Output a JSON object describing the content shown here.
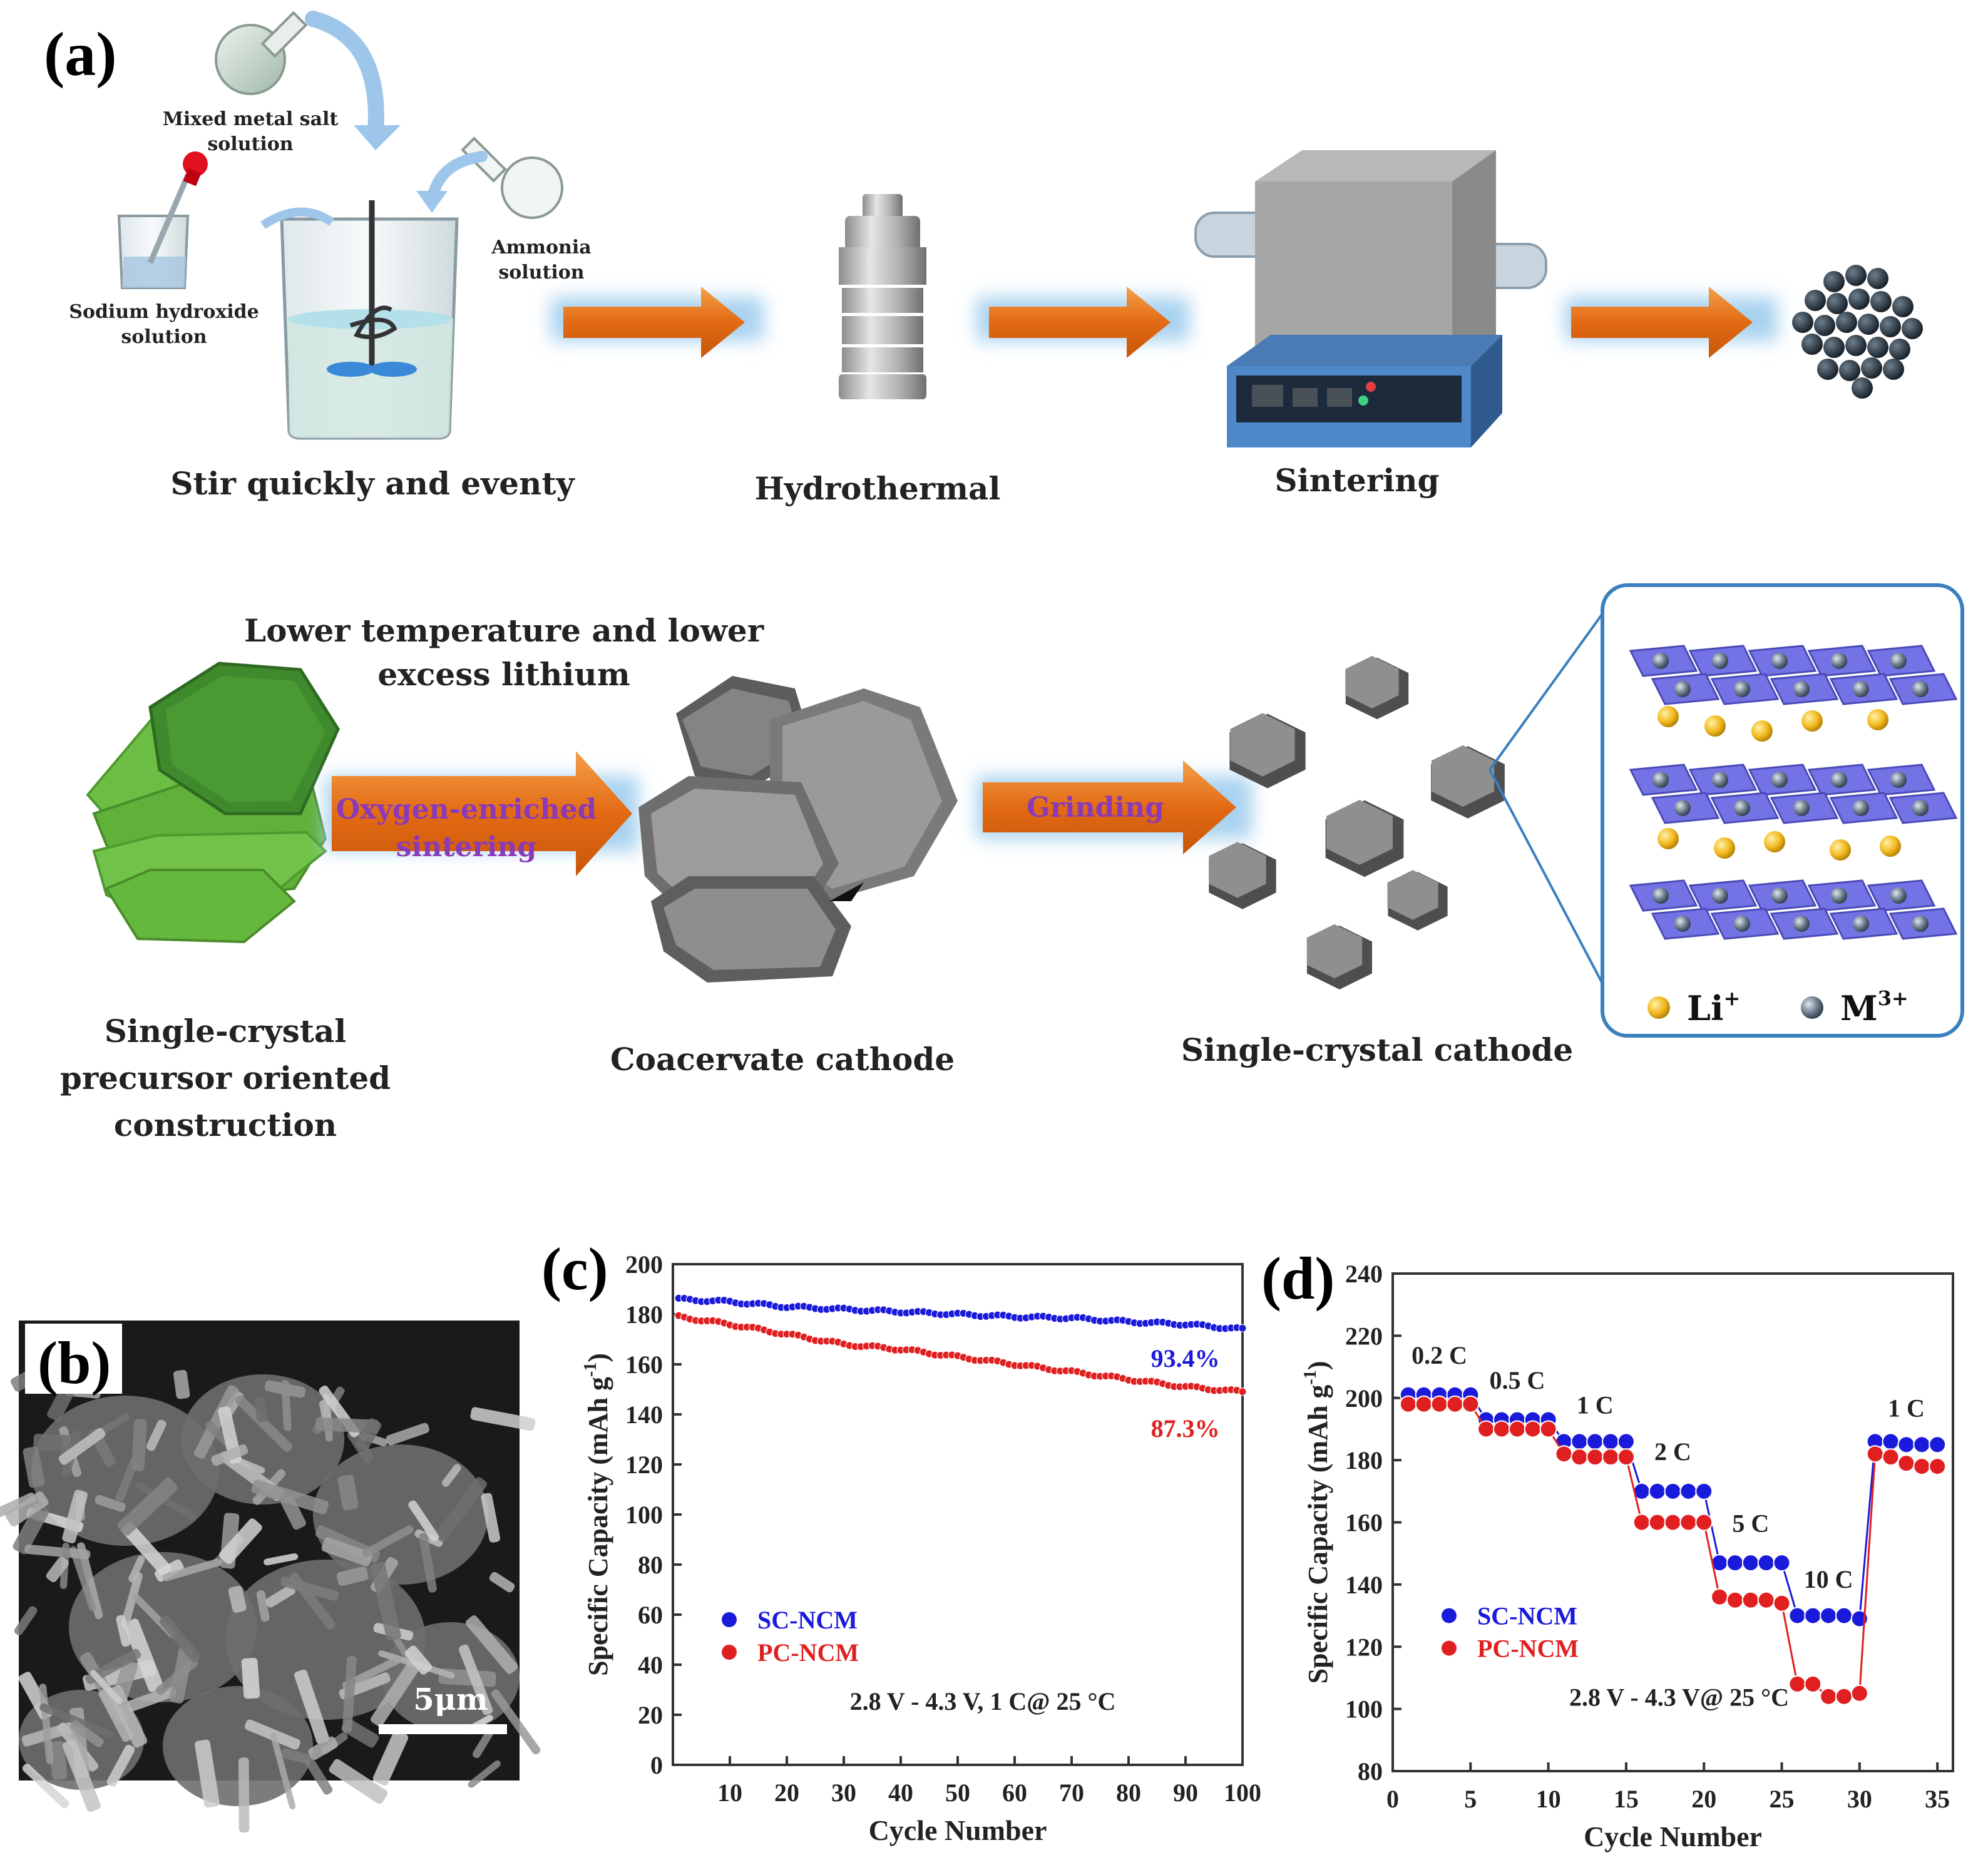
{
  "panel_a": {
    "label": "(a)",
    "mixed_metal_salt": [
      "Mixed metal salt",
      "solution"
    ],
    "sodium_hydroxide": [
      "Sodium hydroxide",
      "solution"
    ],
    "ammonia": [
      "Ammonia",
      "solution"
    ],
    "steps": [
      "Stir quickly and eventy",
      "Hydrothermal",
      "Sintering"
    ],
    "lower_temp": [
      "Lower temperature and lower",
      "excess lithium"
    ],
    "oxygen_sintering": [
      "Oxygen-enriched",
      "sintering"
    ],
    "grinding": "Grinding",
    "precursor_caption": [
      "Single-crystal",
      "precursor oriented",
      "construction"
    ],
    "coacervate_caption": "Coacervate cathode",
    "single_crystal_caption": "Single-crystal cathode",
    "legend_li": "Li",
    "legend_li_sup": "+",
    "legend_m": "M",
    "legend_m_sup": "3+",
    "colors": {
      "arrow": "#e8741e",
      "precursor": "#5fa83a",
      "crystal": "#6b6b6b",
      "layer": "#7373e6",
      "li": "#f2b81c",
      "m": "#667788",
      "frame": "#3a7fc0"
    }
  },
  "panel_b": {
    "label": "(b)",
    "scale_bar": "5μm"
  },
  "chart_data": [
    {
      "panel": "(c)",
      "type": "scatter",
      "xlabel": "Cycle Number",
      "ylabel": "Specific Capacity (mAh g",
      "ylabel_sup": "-1",
      "ylabel_end": ")",
      "xlim": [
        0,
        100
      ],
      "ylim": [
        0,
        200
      ],
      "xticks": [
        10,
        20,
        30,
        40,
        50,
        60,
        70,
        80,
        90,
        100
      ],
      "yticks": [
        0,
        20,
        40,
        60,
        80,
        100,
        120,
        140,
        160,
        180,
        200
      ],
      "annotation": "2.8 V - 4.3 V, 1 C@ 25 °C",
      "legend_position": "bottom-left",
      "series": [
        {
          "name": "SC-NCM",
          "color": "#1a1adb",
          "retention": "93.4%",
          "points": [
            [
              1,
              186
            ],
            [
              10,
              185
            ],
            [
              20,
              183
            ],
            [
              30,
              182
            ],
            [
              40,
              181
            ],
            [
              50,
              180
            ],
            [
              60,
              179
            ],
            [
              70,
              178.5
            ],
            [
              80,
              177
            ],
            [
              90,
              176
            ],
            [
              100,
              174
            ]
          ]
        },
        {
          "name": "PC-NCM",
          "color": "#e02020",
          "retention": "87.3%",
          "points": [
            [
              1,
              179
            ],
            [
              10,
              176
            ],
            [
              20,
              172
            ],
            [
              30,
              168
            ],
            [
              40,
              166
            ],
            [
              50,
              163
            ],
            [
              60,
              160
            ],
            [
              70,
              157
            ],
            [
              80,
              154
            ],
            [
              90,
              151
            ],
            [
              100,
              149
            ]
          ]
        }
      ]
    },
    {
      "panel": "(d)",
      "type": "scatter",
      "xlabel": "Cycle Number",
      "ylabel": "Specific Capacity (mAh g",
      "ylabel_sup": "-1",
      "ylabel_end": ")",
      "xlim": [
        0,
        36
      ],
      "ylim": [
        80,
        240
      ],
      "xticks": [
        0,
        5,
        10,
        15,
        20,
        25,
        30,
        35
      ],
      "yticks": [
        80,
        100,
        120,
        140,
        160,
        180,
        200,
        220,
        240
      ],
      "annotation": "2.8 V - 4.3 V@ 25 °C",
      "legend_position": "bottom-left",
      "rate_labels": [
        {
          "text": "0.2 C",
          "x": 3,
          "y": 211
        },
        {
          "text": "0.5 C",
          "x": 8,
          "y": 203
        },
        {
          "text": "1 C",
          "x": 13,
          "y": 195
        },
        {
          "text": "2 C",
          "x": 18,
          "y": 180
        },
        {
          "text": "5 C",
          "x": 23,
          "y": 157
        },
        {
          "text": "10 C",
          "x": 28,
          "y": 139
        },
        {
          "text": "1 C",
          "x": 33,
          "y": 194
        }
      ],
      "series": [
        {
          "name": "SC-NCM",
          "color": "#1a1adb",
          "values": [
            201,
            201,
            201,
            201,
            201,
            193,
            193,
            193,
            193,
            193,
            186,
            186,
            186,
            186,
            186,
            170,
            170,
            170,
            170,
            170,
            147,
            147,
            147,
            147,
            147,
            130,
            130,
            130,
            130,
            129,
            186,
            186,
            185,
            185,
            185
          ]
        },
        {
          "name": "PC-NCM",
          "color": "#e02020",
          "values": [
            198,
            198,
            198,
            198,
            198,
            190,
            190,
            190,
            190,
            190,
            182,
            181,
            181,
            181,
            181,
            160,
            160,
            160,
            160,
            160,
            136,
            135,
            135,
            135,
            134,
            108,
            108,
            104,
            104,
            105,
            182,
            181,
            179,
            178,
            178
          ]
        }
      ]
    }
  ]
}
